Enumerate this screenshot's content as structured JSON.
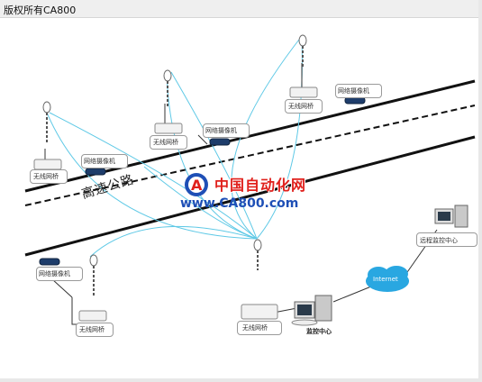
{
  "header": {
    "copyright": "版权所有CA800"
  },
  "road": {
    "label": "高速公路"
  },
  "watermark": {
    "cn": "中国自动化网",
    "url": "www.CA800.com",
    "logo_letter": "A"
  },
  "labels": {
    "bridge": "无线网桥",
    "camera": "网络摄像机",
    "internet": "Internet",
    "monitor_center": "监控中心",
    "remote_center": "远程监控中心"
  },
  "colors": {
    "link": "#5fc9e6",
    "road": "#111111",
    "cloud": "#29a7e1",
    "watermark_red": "#e0201c",
    "watermark_blue": "#1e4fb6"
  }
}
